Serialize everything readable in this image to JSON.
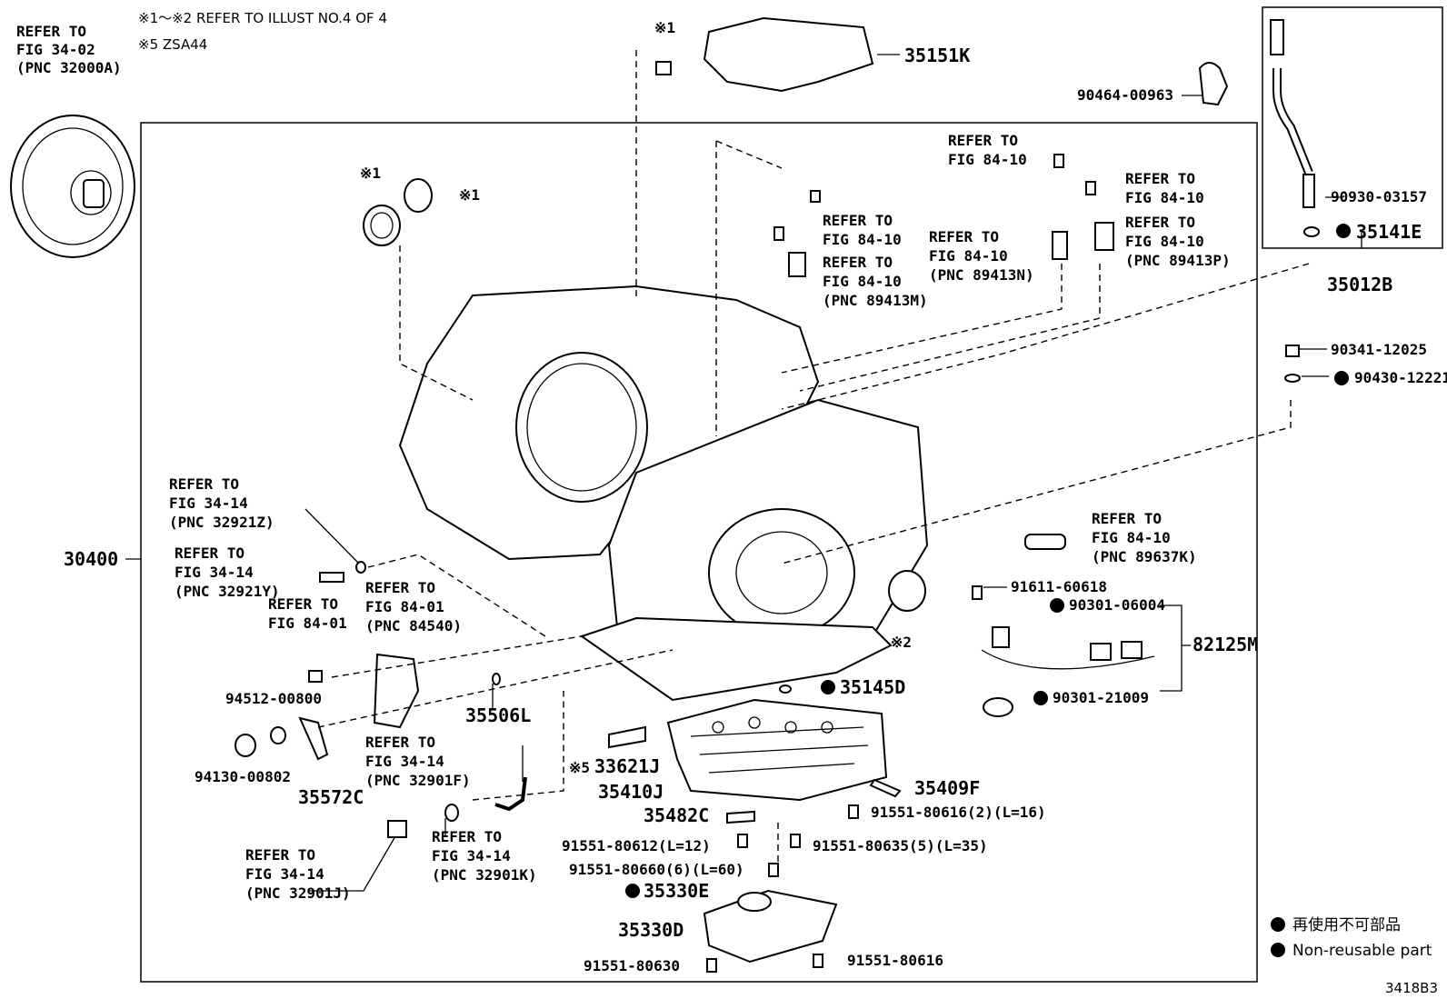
{
  "header": {
    "note1": "※1～※2 REFER TO ILLUST NO.4 OF 4",
    "note2": "※5 ZSA44"
  },
  "torque_converter_ref": [
    "REFER TO",
    "FIG 34-02",
    "(PNC 32000A)"
  ],
  "callouts": {
    "p30400": "30400",
    "p35151K": "35151K",
    "p90464": "90464-00963",
    "p90930": "90930-03157",
    "p35141E": "35141E",
    "p35012B": "35012B",
    "p90341": "90341-12025",
    "p90430": "90430-12221",
    "p91611": "91611-60618",
    "p90301_06004": "90301-06004",
    "p82125M": "82125M",
    "p90301_21009": "90301-21009",
    "p35145D": "35145D",
    "p35506L": "35506L",
    "p94512": "94512-00800",
    "p94130": "94130-00802",
    "p35572C": "35572C",
    "p33621J": "33621J",
    "p35410J": "35410J",
    "p35482C": "35482C",
    "p35409F": "35409F",
    "p91551_80616_2": "91551-80616(2)(L=16)",
    "p91551_80612": "91551-80612(L=12)",
    "p91551_80635": "91551-80635(5)(L=35)",
    "p91551_80660": "91551-80660(6)(L=60)",
    "p35330E": "35330E",
    "p35330D": "35330D",
    "p91551_80630": "91551-80630",
    "p91551_80616": "91551-80616"
  },
  "marks": {
    "x1": "※1",
    "x2": "※2",
    "x5": "※5"
  },
  "refs": {
    "r_sensor_a": [
      "REFER TO",
      "FIG 84-10"
    ],
    "r_sensor_b": [
      "REFER TO",
      "FIG 84-10"
    ],
    "r_sensor_m": [
      "REFER TO",
      "FIG 84-10",
      "(PNC 89413M)"
    ],
    "r_top1": [
      "REFER TO",
      "FIG 84-10"
    ],
    "r_n": [
      "REFER TO",
      "FIG 84-10",
      "(PNC 89413N)"
    ],
    "r_top2": [
      "REFER TO",
      "FIG 84-10"
    ],
    "r_p": [
      "REFER TO",
      "FIG 84-10",
      "(PNC 89413P)"
    ],
    "r_z": [
      "REFER TO",
      "FIG 34-14",
      "(PNC 32921Z)"
    ],
    "r_y": [
      "REFER TO",
      "FIG 34-14",
      "(PNC 32921Y)"
    ],
    "r_8401": [
      "REFER TO",
      "FIG 84-01"
    ],
    "r_84540": [
      "REFER TO",
      "FIG 84-01",
      "(PNC 84540)"
    ],
    "r_89637K": [
      "REFER TO",
      "FIG 84-10",
      "(PNC 89637K)"
    ],
    "r_32901F": [
      "REFER TO",
      "FIG 34-14",
      "(PNC 32901F)"
    ],
    "r_32901J": [
      "REFER TO",
      "FIG 34-14",
      "(PNC 32901J)"
    ],
    "r_32901K": [
      "REFER TO",
      "FIG 34-14",
      "(PNC 32901K)"
    ]
  },
  "legend": {
    "jp": "再使用不可部品",
    "en": "Non-reusable part"
  },
  "illust_no": "3418B3",
  "icons": [
    "non-reusable-dot-icon"
  ]
}
